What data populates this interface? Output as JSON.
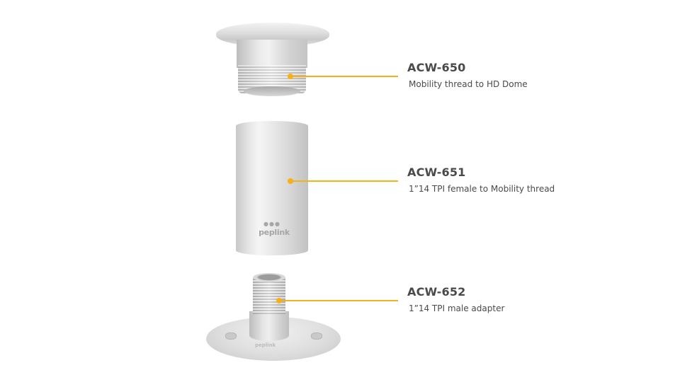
{
  "accent_color": "#f5b11a",
  "parts": [
    {
      "code": "ACW-650",
      "description": "Mobility thread to HD Dome"
    },
    {
      "code": "ACW-651",
      "description": "1”14 TPI female to Mobility thread",
      "logo_text": "peplink"
    },
    {
      "code": "ACW-652",
      "description": "1”14 TPI male adapter",
      "logo_text": "peplink"
    }
  ]
}
